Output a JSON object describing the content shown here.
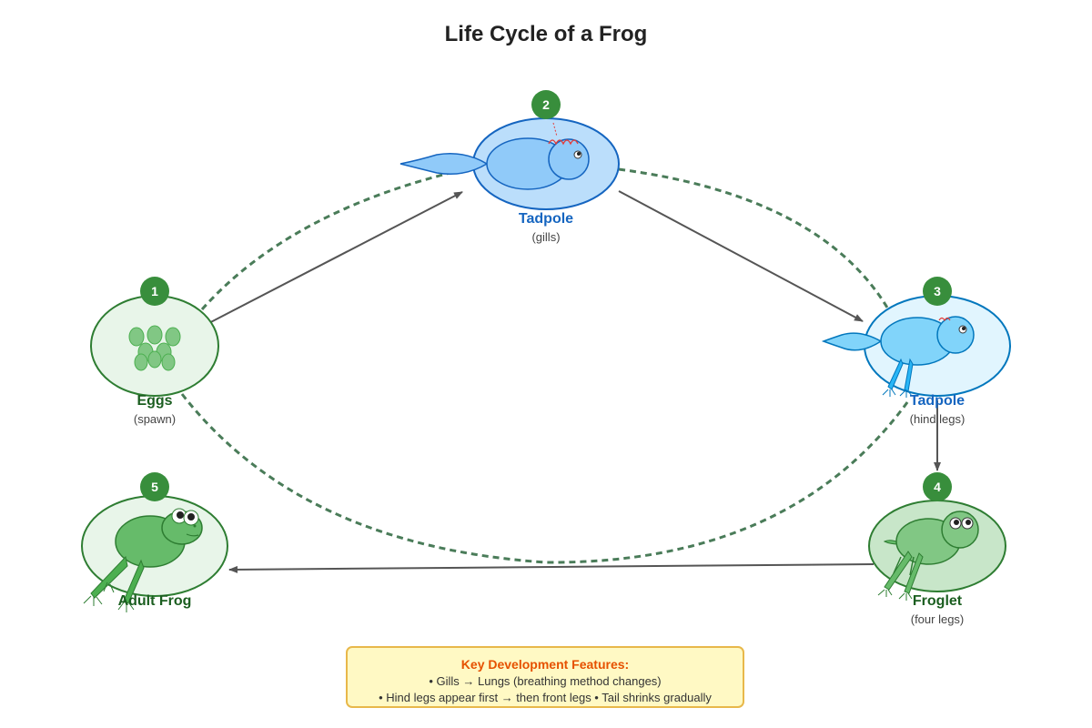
{
  "title": "Life Cycle of a Frog",
  "stages": [
    {
      "number": "1",
      "label": "Eggs",
      "sublabel": "(spawn)"
    },
    {
      "number": "2",
      "label": "Tadpole",
      "sublabel": "(gills)"
    },
    {
      "number": "3",
      "label": "Tadpole",
      "sublabel": "(hind legs)"
    },
    {
      "number": "4",
      "label": "Froglet",
      "sublabel": "(four legs)"
    },
    {
      "number": "5",
      "label": "Adult Frog",
      "sublabel": ""
    }
  ],
  "key": {
    "title": "Key Development Features:",
    "line1": "• Gills → Lungs (breathing method changes)",
    "line2": "• Hind legs appear first → then front legs • Tail shrinks gradually"
  },
  "colors": {
    "badge": "#388e3c",
    "cycle_dash": "#4a7c59",
    "arrow": "#555555",
    "egg_fill": "#e8f5e9",
    "egg_stroke": "#2e7d32",
    "tadpole_fill": "#bbdefb",
    "tadpole_stroke": "#1565c0",
    "tadpole2_fill": "#e1f5fe",
    "tadpole2_stroke": "#0277bd",
    "froglet_fill": "#c8e6c9",
    "adult_fill": "#e8f5e9",
    "label_green": "#1b5e20",
    "label_blue": "#1565c0",
    "key_title": "#e65100"
  }
}
